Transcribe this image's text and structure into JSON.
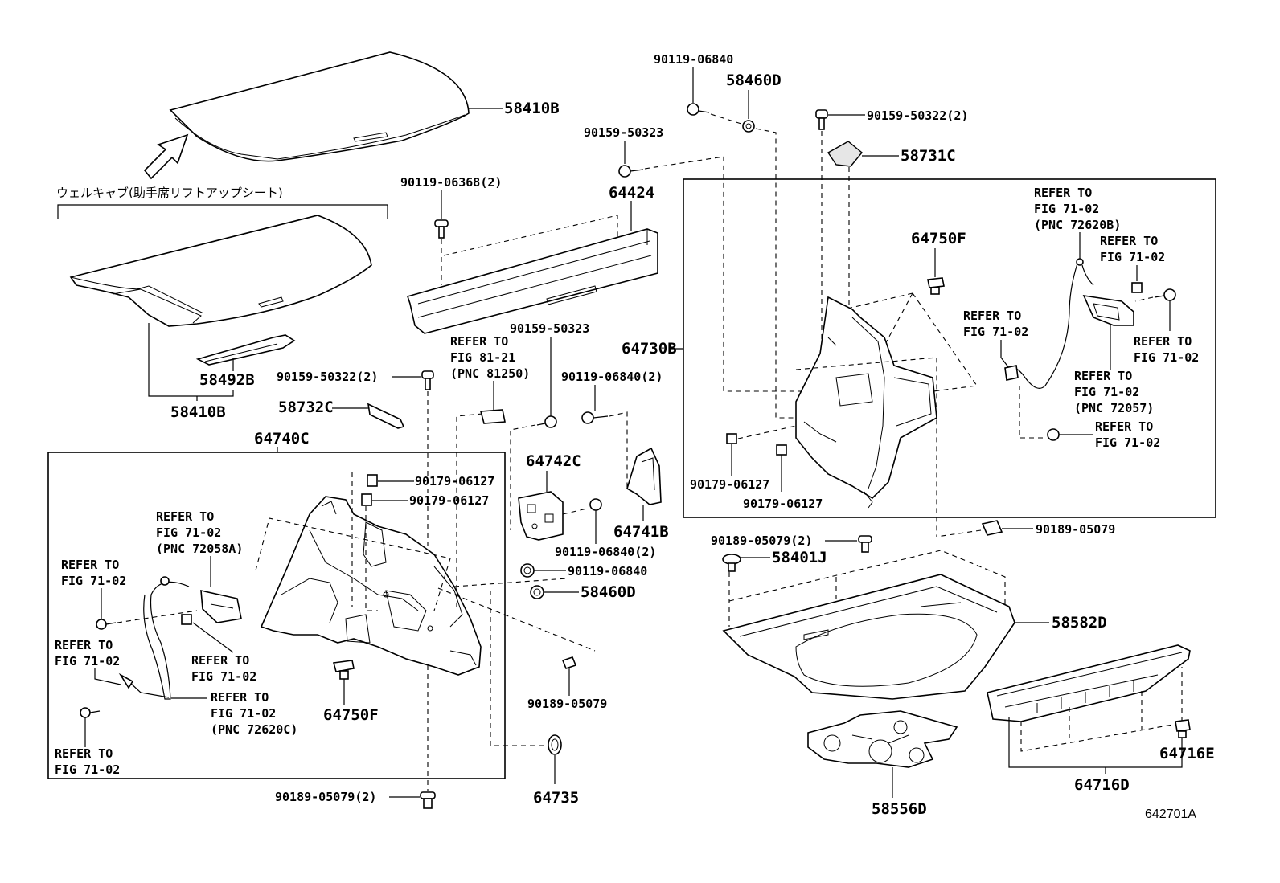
{
  "labels": {
    "p58410B_top": "58410B",
    "jp_title": "ウェルキャブ(助手席リフトアップシート)",
    "p58492B": "58492B",
    "p58410B_bottom": "58410B",
    "p90159_50322_2_left": "90159-50322(2)",
    "p58732C": "58732C",
    "p64740C": "64740C",
    "p90119_06368_2": "90119-06368(2)",
    "p90159_50323_top": "90159-50323",
    "p64424": "64424",
    "p90119_06840_top": "90119-06840",
    "p58460D_top": "58460D",
    "ref_81_21_a": "REFER TO",
    "ref_81_21_b": "FIG 81-21",
    "ref_81_21_c": "(PNC 81250)",
    "p90159_50323_mid": "90159-50323",
    "p90119_06840_2_mid": "90119-06840(2)",
    "p64742C": "64742C",
    "p64741B": "64741B",
    "p90119_06840_2_low": "90119-06840(2)",
    "p90119_06840_low": "90119-06840",
    "p58460D_low": "58460D",
    "p90189_05079_mid": "90189-05079",
    "p64735": "64735",
    "p90189_05079_2_bottom": "90189-05079(2)",
    "p90179_06127_a": "90179-06127",
    "p90179_06127_b": "90179-06127",
    "ref_72058A_a": "REFER TO",
    "ref_72058A_b": "FIG 71-02",
    "ref_72058A_c": "(PNC 72058A)",
    "ref_left1_a": "REFER TO",
    "ref_left1_b": "FIG 71-02",
    "ref_left2_a": "REFER TO",
    "ref_left2_b": "FIG 71-02",
    "ref_mid_a": "REFER TO",
    "ref_mid_b": "FIG 71-02",
    "ref_72620C_a": "REFER TO",
    "ref_72620C_b": "FIG 71-02",
    "ref_72620C_c": "(PNC 72620C)",
    "ref_left3_a": "REFER TO",
    "ref_left3_b": "FIG 71-02",
    "p64750F_low": "64750F",
    "p90159_50322_2_right": "90159-50322(2)",
    "p58731C": "58731C",
    "p64750F_top": "64750F",
    "p64730B": "64730B",
    "ref_72620B_a": "REFER TO",
    "ref_72620B_b": "FIG 71-02",
    "ref_72620B_c": "(PNC 72620B)",
    "ref_r1_a": "REFER TO",
    "ref_r1_b": "FIG 71-02",
    "ref_r2_a": "REFER TO",
    "ref_r2_b": "FIG 71-02",
    "ref_r3_a": "REFER TO",
    "ref_r3_b": "FIG 71-02",
    "ref_72057_a": "REFER TO",
    "ref_72057_b": "FIG 71-02",
    "ref_72057_c": "(PNC 72057)",
    "ref_r4_a": "REFER TO",
    "ref_r4_b": "FIG 71-02",
    "p90179_06127_c": "90179-06127",
    "p90179_06127_d": "90179-06127",
    "p90189_05079_2_right": "90189-05079(2)",
    "p90189_05079_right": "90189-05079",
    "p58401J": "58401J",
    "p58582D": "58582D",
    "p64716E": "64716E",
    "p64716D": "64716D",
    "p58556D": "58556D",
    "fig_id": "642701A"
  }
}
